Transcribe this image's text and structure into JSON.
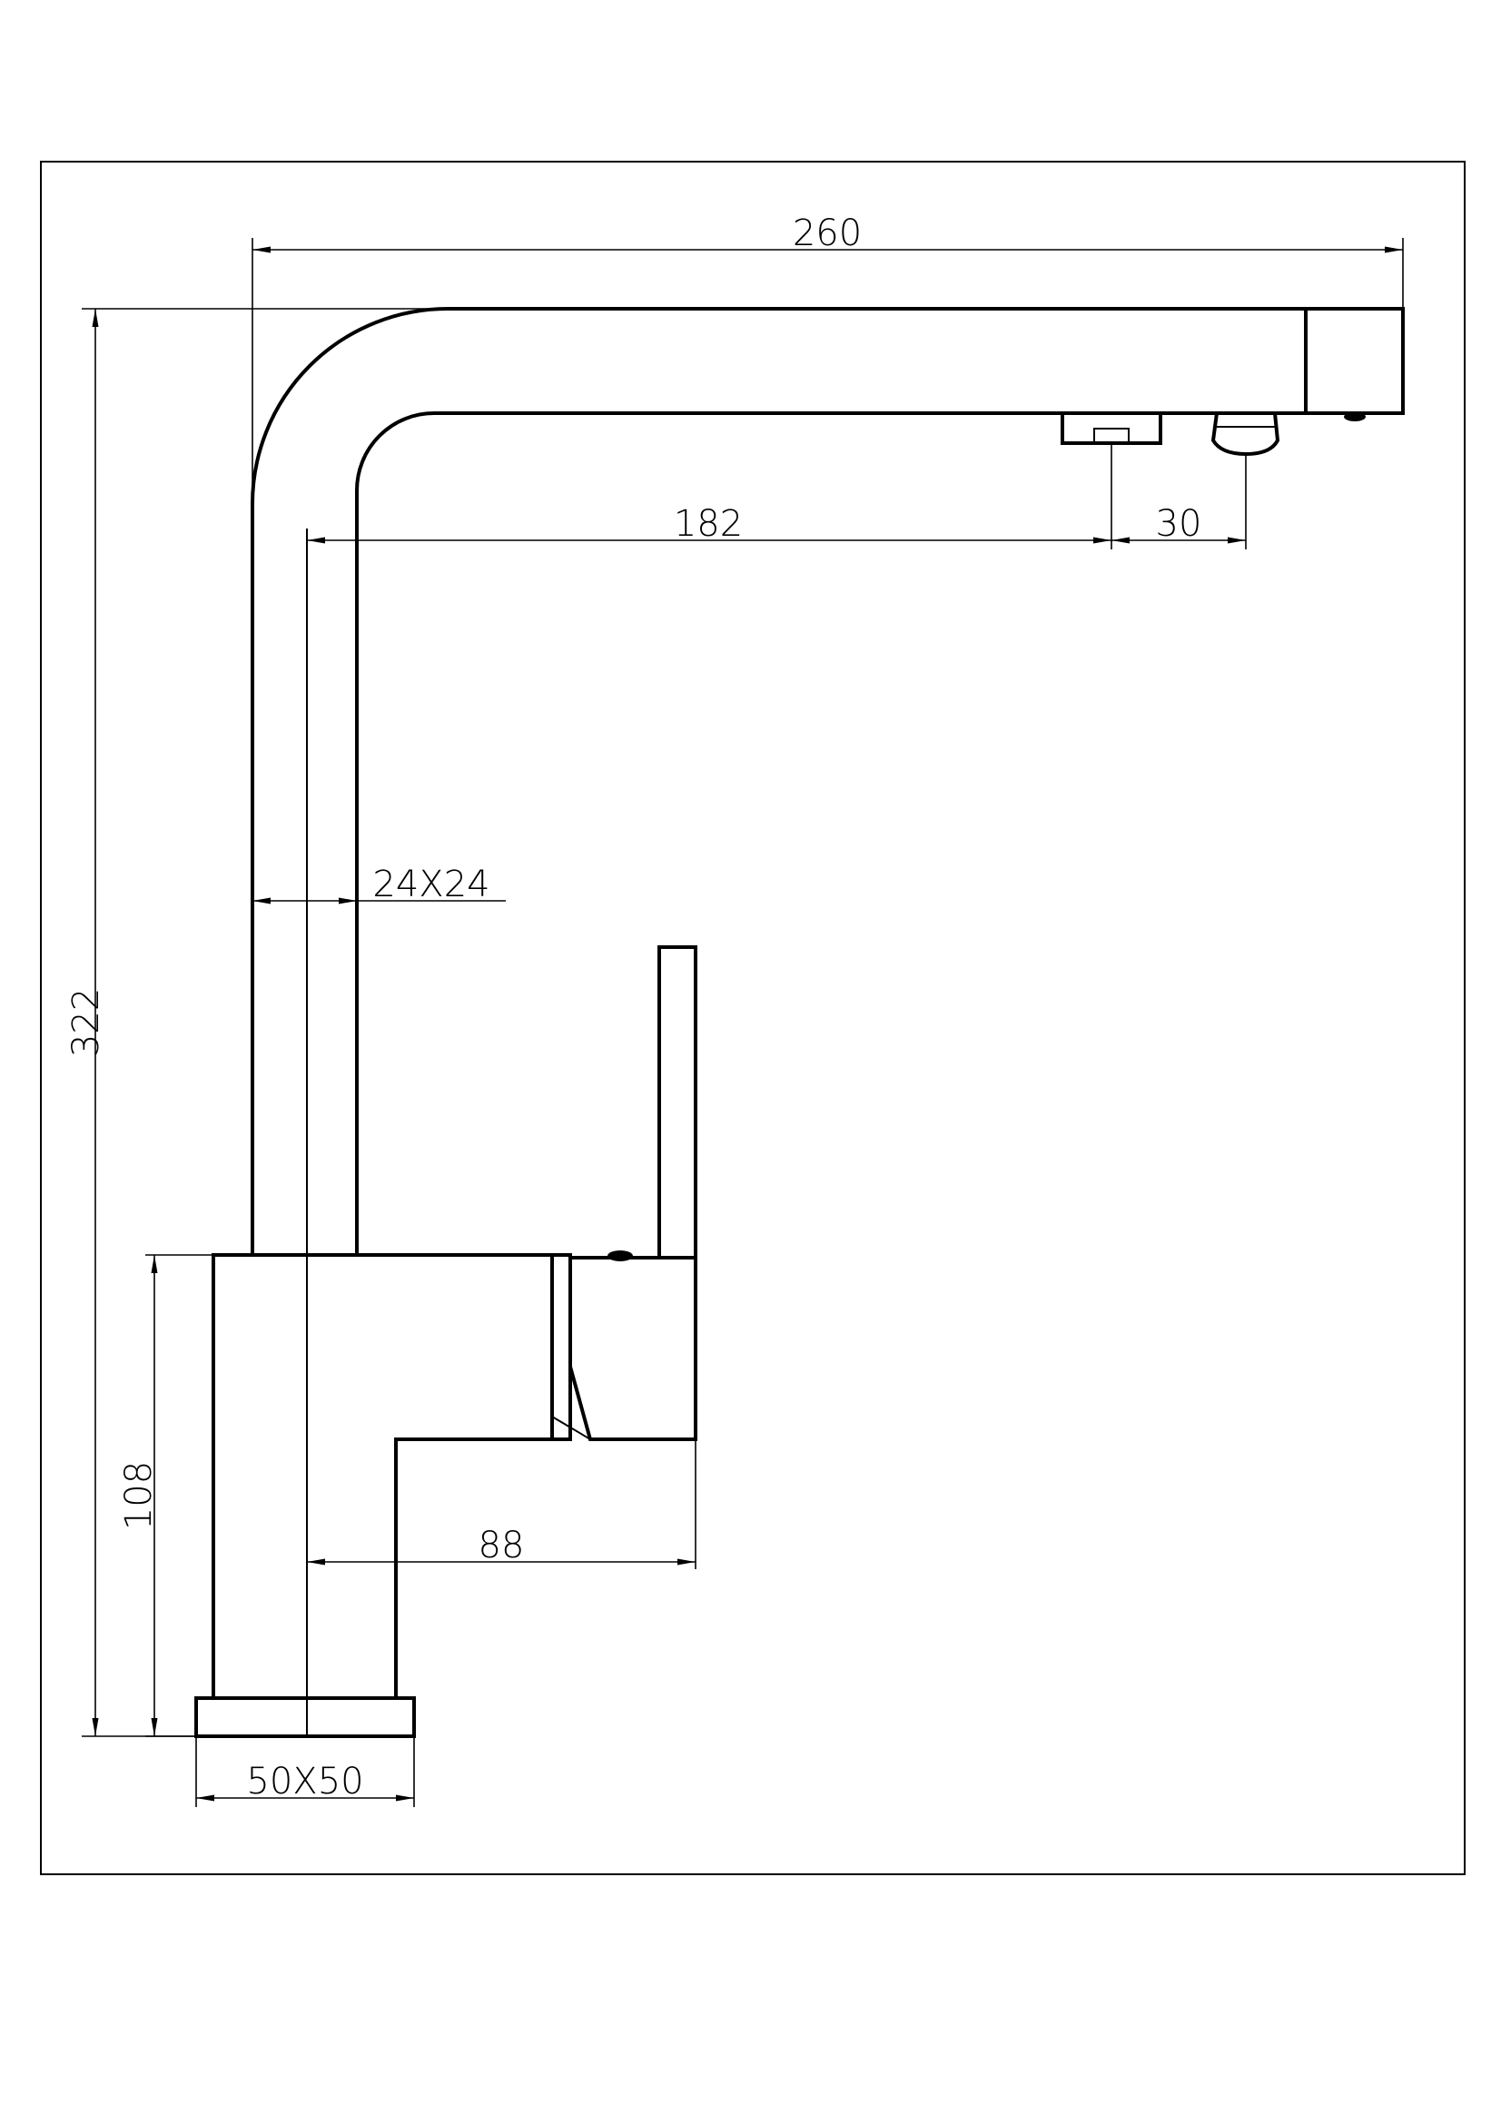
{
  "dimensions": {
    "overall_width": "260",
    "overall_height": "322",
    "outlet_reach": "182",
    "outlet_spacing": "30",
    "spout_section": "24X24",
    "body_height": "108",
    "handle_reach": "88",
    "base_section": "50X50"
  }
}
